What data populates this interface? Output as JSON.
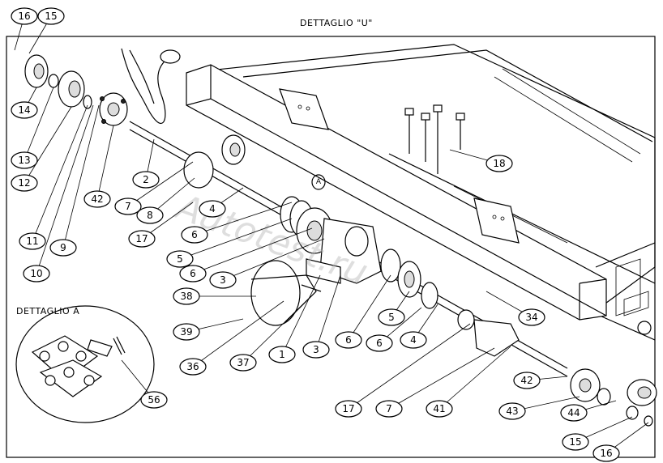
{
  "title": "DETTAGLIO \"U\"",
  "detail_label": "DETTAGLIO A",
  "detail_marker": "A",
  "watermark": "Autotest.ru",
  "callouts": [
    "16",
    "15",
    "14",
    "13",
    "12",
    "11",
    "10",
    "9",
    "42",
    "2",
    "7",
    "8",
    "4",
    "17",
    "6",
    "5",
    "6",
    "3",
    "38",
    "39",
    "36",
    "37",
    "1",
    "3",
    "6",
    "5",
    "6",
    "4",
    "34",
    "18",
    "17",
    "7",
    "41",
    "42",
    "43",
    "44",
    "15",
    "16",
    "56"
  ]
}
